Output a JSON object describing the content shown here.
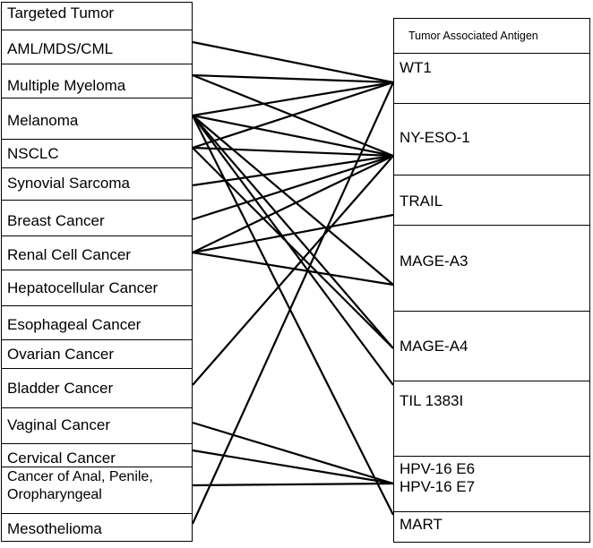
{
  "left_column": {
    "header": "Targeted Tumor",
    "items": [
      {
        "id": "aml",
        "label": "AML/MDS/CML"
      },
      {
        "id": "mm",
        "label": "Multiple Myeloma"
      },
      {
        "id": "mel",
        "label": "Melanoma"
      },
      {
        "id": "nsclc",
        "label": "NSCLC"
      },
      {
        "id": "syn",
        "label": "Synovial Sarcoma"
      },
      {
        "id": "breast",
        "label": "Breast Cancer"
      },
      {
        "id": "renal",
        "label": "Renal Cell Cancer"
      },
      {
        "id": "hep",
        "label": "Hepatocellular Cancer"
      },
      {
        "id": "eso",
        "label": "Esophageal Cancer"
      },
      {
        "id": "ova",
        "label": "Ovarian  Cancer"
      },
      {
        "id": "blad",
        "label": "Bladder Cancer"
      },
      {
        "id": "vag",
        "label": "Vaginal Cancer"
      },
      {
        "id": "cerv",
        "label": "Cervical  Cancer"
      },
      {
        "id": "anal",
        "label": "Cancer of Anal, Penile, Oropharyngeal",
        "lines": [
          "Cancer of Anal, Penile,",
          "Oropharyngeal"
        ]
      },
      {
        "id": "meso",
        "label": "Mesothelioma"
      }
    ]
  },
  "right_column": {
    "header": "Tumor Associated Antigen",
    "items": [
      {
        "id": "wt1",
        "label": "WT1"
      },
      {
        "id": "nyeso",
        "label": "NY-ESO-1"
      },
      {
        "id": "trail",
        "label": "TRAIL"
      },
      {
        "id": "mage3",
        "label": "MAGE-A3"
      },
      {
        "id": "mage4",
        "label": "MAGE-A4"
      },
      {
        "id": "til",
        "label": "TIL 1383I"
      },
      {
        "id": "hpv",
        "label": "HPV-16 E6 HPV-16 E7",
        "lines": [
          "HPV-16 E6",
          "HPV-16 E7"
        ]
      },
      {
        "id": "mart",
        "label": "MART"
      }
    ]
  },
  "links": [
    [
      "aml",
      "wt1"
    ],
    [
      "mm",
      "wt1"
    ],
    [
      "mm",
      "nyeso"
    ],
    [
      "mel",
      "wt1"
    ],
    [
      "mel",
      "nyeso"
    ],
    [
      "mel",
      "mage3"
    ],
    [
      "mel",
      "mage4"
    ],
    [
      "mel",
      "til"
    ],
    [
      "mel",
      "mart"
    ],
    [
      "nsclc",
      "wt1"
    ],
    [
      "nsclc",
      "nyeso"
    ],
    [
      "nsclc",
      "mage4"
    ],
    [
      "syn",
      "nyeso"
    ],
    [
      "breast",
      "nyeso"
    ],
    [
      "renal",
      "nyeso"
    ],
    [
      "renal",
      "trail"
    ],
    [
      "renal",
      "mage3"
    ],
    [
      "blad",
      "nyeso"
    ],
    [
      "vag",
      "hpv"
    ],
    [
      "cerv",
      "hpv"
    ],
    [
      "anal",
      "hpv"
    ],
    [
      "meso",
      "wt1"
    ]
  ]
}
